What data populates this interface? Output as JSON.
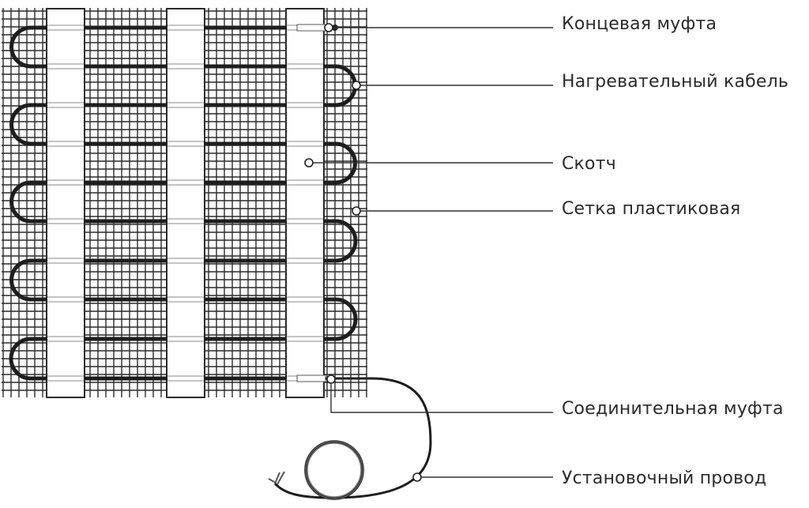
{
  "title": "Нагревательный мат — схема",
  "labels": [
    {
      "id": "end-coupling",
      "text": "Концевая муфта"
    },
    {
      "id": "heating-cable",
      "text": "Нагревательный кабель"
    },
    {
      "id": "tape",
      "text": "Скотч"
    },
    {
      "id": "plastic-mesh",
      "text": "Сетка пластиковая"
    },
    {
      "id": "connecting-coupling",
      "text": "Соединительная муфта"
    },
    {
      "id": "installation-wire",
      "text": "Установочный провод"
    }
  ],
  "colors": {
    "cable": "#1e1e1e",
    "mesh": "#2a2a2a",
    "text": "#2b2b2b",
    "background": "#ffffff"
  }
}
